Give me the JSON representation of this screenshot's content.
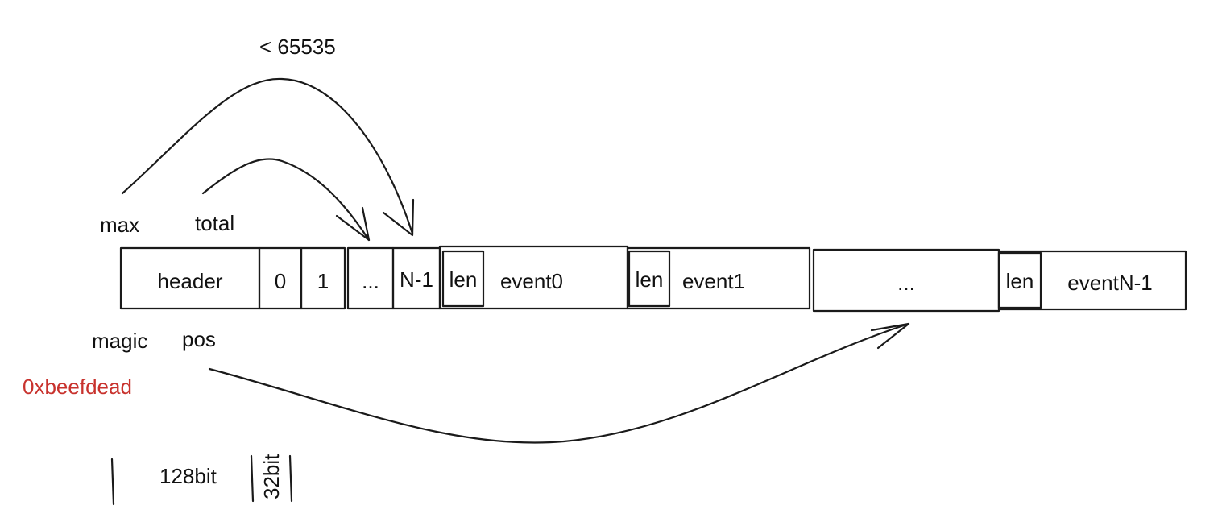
{
  "labels": {
    "limit": "< 65535",
    "max": "max",
    "total": "total",
    "magic": "magic",
    "pos": "pos",
    "magic_value": "0xbeefdead",
    "unit_128": "128bit",
    "unit_32": "32bit"
  },
  "cells": [
    {
      "text": "header",
      "kind": "header"
    },
    {
      "text": "0",
      "kind": "index"
    },
    {
      "text": "1",
      "kind": "index"
    },
    {
      "text": "...",
      "kind": "index"
    },
    {
      "text": "N-1",
      "kind": "index"
    },
    {
      "text": "len",
      "kind": "len"
    },
    {
      "text": "event0",
      "kind": "event"
    },
    {
      "text": "len",
      "kind": "len"
    },
    {
      "text": "event1",
      "kind": "event"
    },
    {
      "text": "...",
      "kind": "event"
    },
    {
      "text": "len",
      "kind": "len"
    },
    {
      "text": "eventN-1",
      "kind": "event"
    }
  ],
  "colors": {
    "header": "#f5c15a",
    "index": "#7fcf8a",
    "event": "#4fbccf",
    "len": "#2a9bb3",
    "magic_value": "#c8322d"
  }
}
